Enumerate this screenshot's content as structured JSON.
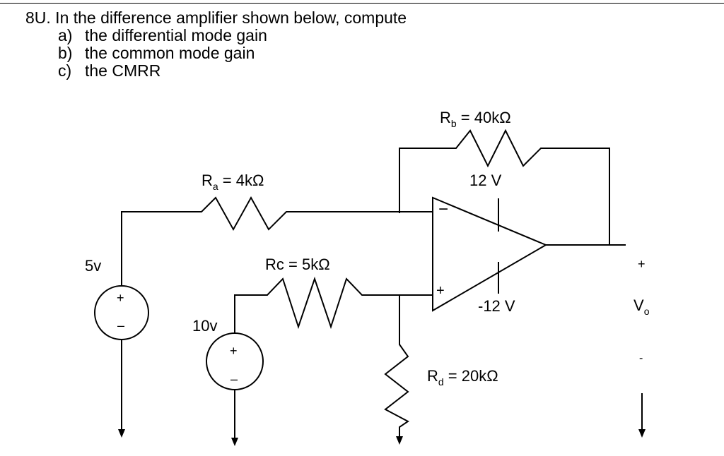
{
  "problem": {
    "title": "8U. In the difference amplifier shown below, compute",
    "items": [
      {
        "label": "a)",
        "text": "the differential mode gain"
      },
      {
        "label": "b)",
        "text": "the common mode gain"
      },
      {
        "label": "c)",
        "text": "the CMRR"
      }
    ]
  },
  "circuit": {
    "rb": {
      "symbol": "R",
      "sub": "b",
      "value": " = 40kΩ"
    },
    "ra": {
      "symbol": "R",
      "sub": "a",
      "value": " = 4kΩ"
    },
    "rc": {
      "label": "Rc = 5kΩ"
    },
    "rd": {
      "symbol": "R",
      "sub": "d",
      "value": " = 20kΩ"
    },
    "vpos": "12 V",
    "vneg": "-12 V",
    "src1": "5v",
    "src2": "10v",
    "inv": "−",
    "noninv": "+",
    "src_plus": "+",
    "src_minus": "–",
    "out_plus": "+",
    "out_minus": "-",
    "vo": {
      "symbol": "V",
      "sub": "o"
    }
  }
}
